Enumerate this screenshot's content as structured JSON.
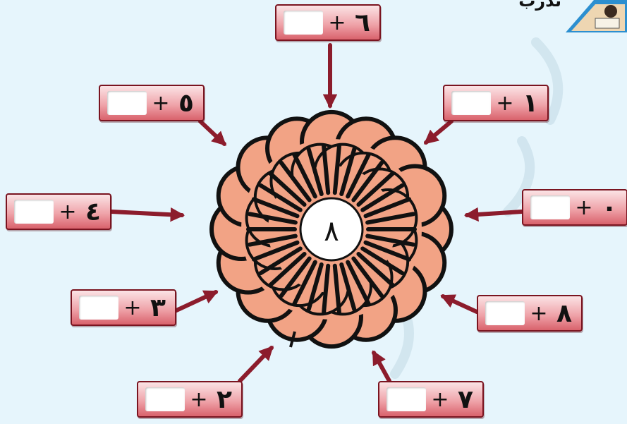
{
  "header": {
    "corner_text": "تدرب"
  },
  "center": {
    "number": "٨"
  },
  "cards": [
    {
      "number": "٦",
      "plus": "+"
    },
    {
      "number": "١",
      "plus": "+"
    },
    {
      "number": "٠",
      "plus": "+"
    },
    {
      "number": "٨",
      "plus": "+"
    },
    {
      "number": "٧",
      "plus": "+"
    },
    {
      "number": "٢",
      "plus": "+"
    },
    {
      "number": "٣",
      "plus": "+"
    },
    {
      "number": "٤",
      "plus": "+"
    },
    {
      "number": "٥",
      "plus": "+"
    }
  ],
  "colors": {
    "background": "#e6f5fc",
    "petal": "#f2a385",
    "arrow": "#8c1c2c",
    "card_top": "#fbe3e5",
    "card_bottom": "#d9626c",
    "card_border": "#7a1420"
  }
}
